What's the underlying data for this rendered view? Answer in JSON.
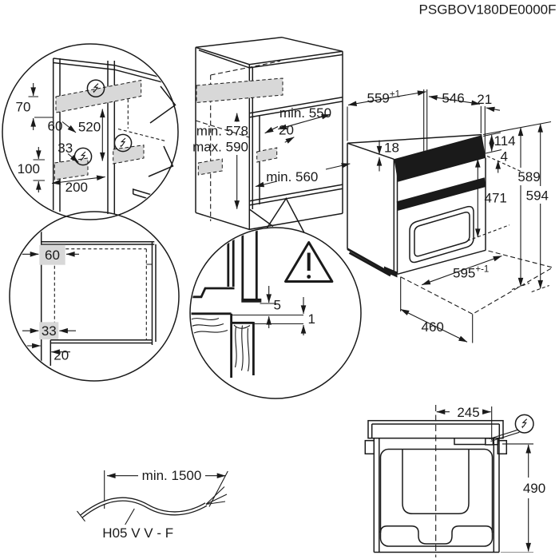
{
  "title": "PSGBOV180DE0000F",
  "upper_detail": {
    "d70": "70",
    "d60": "60",
    "d520": "520",
    "d33": "33",
    "d100": "100",
    "d200": "200"
  },
  "cabinet": {
    "min550": "min. 550",
    "d20": "20",
    "min578": "min. 578",
    "max590": "max. 590",
    "min560": "min. 560"
  },
  "front_detail": {
    "d60": "60",
    "d33": "33",
    "d20": "20"
  },
  "gap_detail": {
    "d5": "5",
    "d1": "1"
  },
  "oven": {
    "d559": "559",
    "d559sup": "+1",
    "d546": "546",
    "d21": "21",
    "d18": "18",
    "d114": "114",
    "d4": "4",
    "d471": "471",
    "d589": "589",
    "d594": "594",
    "d595": "595",
    "d595sup": "+-1",
    "d460": "460"
  },
  "top_view": {
    "d245": "245",
    "d490": "490"
  },
  "cable": {
    "length": "min. 1500",
    "type": "H05 V V - F"
  }
}
